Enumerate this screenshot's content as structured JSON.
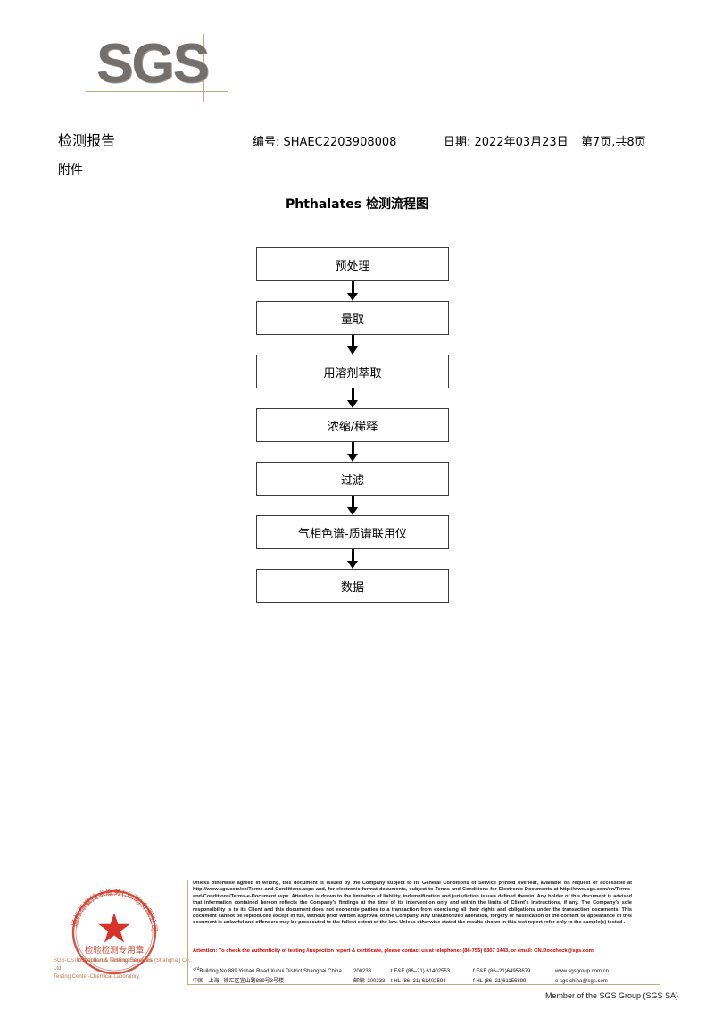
{
  "logo": {
    "text": "SGS",
    "color": "#736f6c",
    "rule_color": "#c9a87f"
  },
  "header": {
    "title": "检测报告",
    "subtitle": "附件",
    "report_no": "编号: SHAEC2203908008",
    "date": "日期: 2022年03月23日",
    "page": "第7页,共8页"
  },
  "flowchart": {
    "title": "Phthalates 检测流程图",
    "type": "process-flow",
    "steps": [
      {
        "label": "预处理"
      },
      {
        "label": "量取"
      },
      {
        "label": "用溶剂萃取"
      },
      {
        "label": "浓缩/稀释"
      },
      {
        "label": "过滤"
      },
      {
        "label": "气相色谱-质谱联用仪"
      },
      {
        "label": "数据"
      }
    ]
  },
  "seal": {
    "ring_text_cn": "通标标准技术服务(上海)有限公司",
    "center_text_cn": "检验检测专用章",
    "center_text_en": "Inspection & Testing Services",
    "color": "#cc3322",
    "caption_line1": "SGS-CSTC Standards Technical Services (Shanghai) Co., Ltd.",
    "caption_line2": "Testing Center-Chemical Laboratory"
  },
  "footer": {
    "disclaimer": "Unless otherwise agreed in writing, this document is issued by the Company subject to its General Conditions of Service printed overleaf, available on request or accessible at http://www.sgs.com/en/Terms-and-Conditions.aspx and, for electronic format documents, subject to Terms and Conditions for Electronic Documents at http://www.sgs.com/en/Terms-and-Conditions/Terms-e-Document.aspx. Attention is drawn to the limitation of liability, indemnification and jurisdiction issues defined therein. Any holder of this document is advised that information contained hereon reflects the Company's findings at the time of its intervention only and within the limits of Client's instructions, if any. The Company's sole responsibility is to its Client and this document does not exonerate parties to a transaction from exercising all their rights and obligations under the transaction documents. This document cannot be reproduced except in full, without prior written approval of the Company. Any unauthorized alteration, forgery or falsification of the content or appearance of this document is unlawful and offenders may be prosecuted to the fullest extent of the law. Unless otherwise stated the results shown in this test report refer only to the sample(s) tested .",
    "attention": "Attention: To check the authenticity of testing /inspection report & certificate, please contact us at telephone: (86-755) 8307 1443, or email: CN.Doccheck@sgs.com",
    "address_en": "Building,No.889 Yishan Road Xuhui District,Shanghai China",
    "address_en_prefix": "3",
    "address_en_sup": "rd",
    "address_cn": "中国 · 上海 · 徐汇区宜山路889号3号楼",
    "postcode_en": "200233",
    "postcode_cn_label": "邮编:",
    "postcode_cn": "200233",
    "tel_ee_1": "t E&E (86–21) 61402553",
    "tel_ee_2": "f E&E (86–21)64953679",
    "tel_hl_1": "t HL (86–21) 61402594",
    "tel_hl_2": "f HL (86–21)61156899",
    "web": "www.sgsgroup.com.cn",
    "email": "e  sgs.china@sgs.com",
    "member": "Member of the SGS Group (SGS SA)"
  }
}
